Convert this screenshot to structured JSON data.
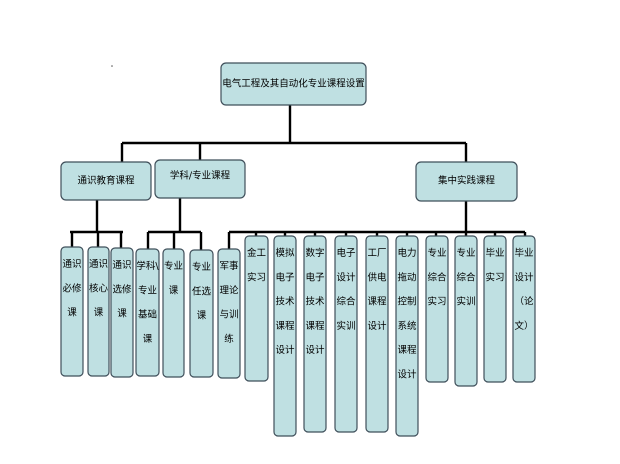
{
  "root": {
    "text": "电气工程及其自动化专业课程设置"
  },
  "categories": [
    {
      "text": "通识教育课程",
      "children": [
        {
          "lines": [
            "通识",
            "必修",
            "课"
          ]
        },
        {
          "lines": [
            "通识",
            "核心",
            "课"
          ]
        },
        {
          "lines": [
            "通识",
            "选修",
            "课"
          ]
        }
      ]
    },
    {
      "text": "学科/专业课程",
      "children": [
        {
          "lines": [
            "学科\\",
            "专业",
            "基础",
            "课"
          ]
        },
        {
          "lines": [
            "专业",
            "课"
          ]
        },
        {
          "lines": [
            "专业",
            "任选",
            "课"
          ]
        }
      ]
    },
    {
      "text": "集中实践课程",
      "children": [
        {
          "lines": [
            "军事",
            "理论",
            "与训",
            "练"
          ]
        },
        {
          "lines": [
            "金工",
            "实习"
          ]
        },
        {
          "lines": [
            "模拟",
            "电子",
            "技术",
            "课程",
            "设计"
          ]
        },
        {
          "lines": [
            "数字",
            "电子",
            "技术",
            "课程",
            "设计"
          ]
        },
        {
          "lines": [
            "电子",
            "设计",
            "综合",
            "实训"
          ]
        },
        {
          "lines": [
            "工厂",
            "供电",
            "课程",
            "设计"
          ]
        },
        {
          "lines": [
            "电力",
            "拖动",
            "控制",
            "系统",
            "课程",
            "设计"
          ]
        },
        {
          "lines": [
            "专业",
            "综合",
            "实习"
          ]
        },
        {
          "lines": [
            "专业",
            "综合",
            "实训"
          ]
        },
        {
          "lines": [
            "毕业",
            "实习"
          ]
        },
        {
          "lines": [
            "毕业",
            "设计",
            "（论",
            "文）"
          ]
        }
      ]
    }
  ]
}
